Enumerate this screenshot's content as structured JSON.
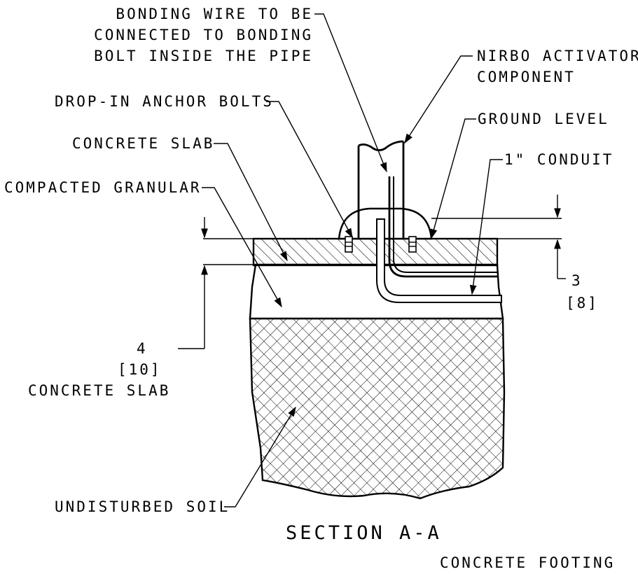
{
  "labels": {
    "bonding_wire": [
      "BONDING WIRE TO BE",
      "CONNECTED TO BONDING",
      "BOLT INSIDE THE PIPE"
    ],
    "activator": [
      "NIRBO ACTIVATOR",
      "COMPONENT"
    ],
    "anchor_bolts": "DROP-IN ANCHOR BOLTS",
    "ground_level": "GROUND LEVEL",
    "concrete_slab": "CONCRETE SLAB",
    "conduit": "1\" CONDUIT",
    "compacted_granular": "COMPACTED GRANULAR",
    "undisturbed_soil": "UNDISTURBED SOIL"
  },
  "dimensions": {
    "right": {
      "value": "3",
      "alt": "[8]"
    },
    "left": {
      "value": "4",
      "alt": "[10]",
      "note": "CONCRETE SLAB"
    }
  },
  "titles": {
    "section": "SECTION A-A",
    "footing": "CONCRETE FOOTING"
  }
}
